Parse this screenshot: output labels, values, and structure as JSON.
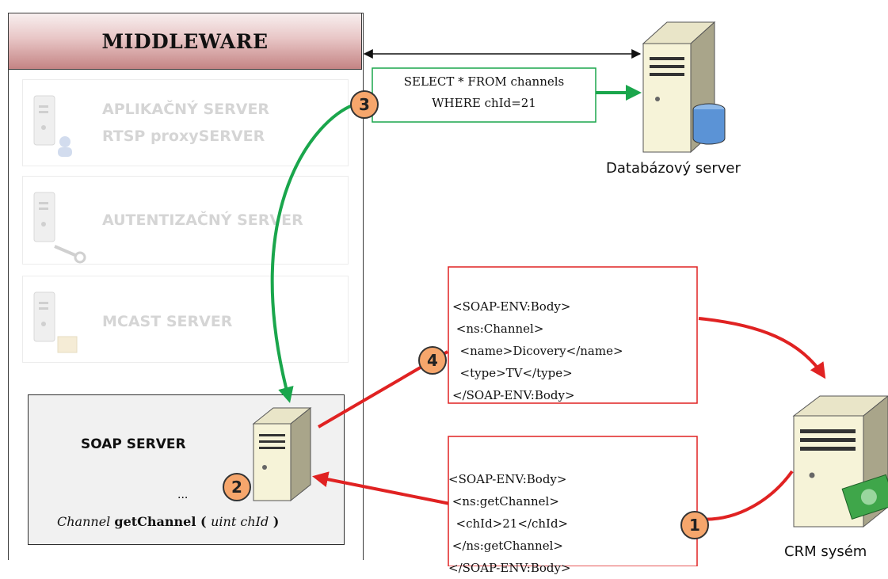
{
  "middleware": {
    "title": "MIDDLEWARE",
    "servers": [
      {
        "line1": "APLIKAČNÝ SERVER",
        "line2": "RTSP proxySERVER",
        "icon": "server-user-icon"
      },
      {
        "line1": "AUTENTIZAČNÝ SERVER",
        "icon": "server-key-icon"
      },
      {
        "line1": "MCAST SERVER",
        "icon": "server-folder-icon"
      }
    ],
    "soap_server": {
      "title": "SOAP SERVER",
      "ellipsis": "...",
      "signature": {
        "ret": "Channel",
        "name": "getChannel",
        "open": " ( ",
        "param": "uint chId",
        "close": " )"
      }
    }
  },
  "database": {
    "label": "Databázový server",
    "query": [
      "SELECT * FROM channels",
      "WHERE chId=21"
    ]
  },
  "crm": {
    "label": "CRM sysém"
  },
  "response_xml": [
    "<SOAP-ENV:Body>",
    " <ns:Channel>",
    "  <name>Dicovery</name>",
    "  <type>TV</type>",
    "</SOAP-ENV:Body>"
  ],
  "request_xml": [
    "<SOAP-ENV:Body>",
    " <ns:getChannel>",
    "  <chId>21</chId>",
    " </ns:getChannel>",
    "</SOAP-ENV:Body>"
  ],
  "steps": [
    "1",
    "2",
    "3",
    "4"
  ],
  "colors": {
    "green": "#1aa64c",
    "red": "#e02222",
    "badge": "#f6a66c",
    "header_grad": "#c48484"
  }
}
